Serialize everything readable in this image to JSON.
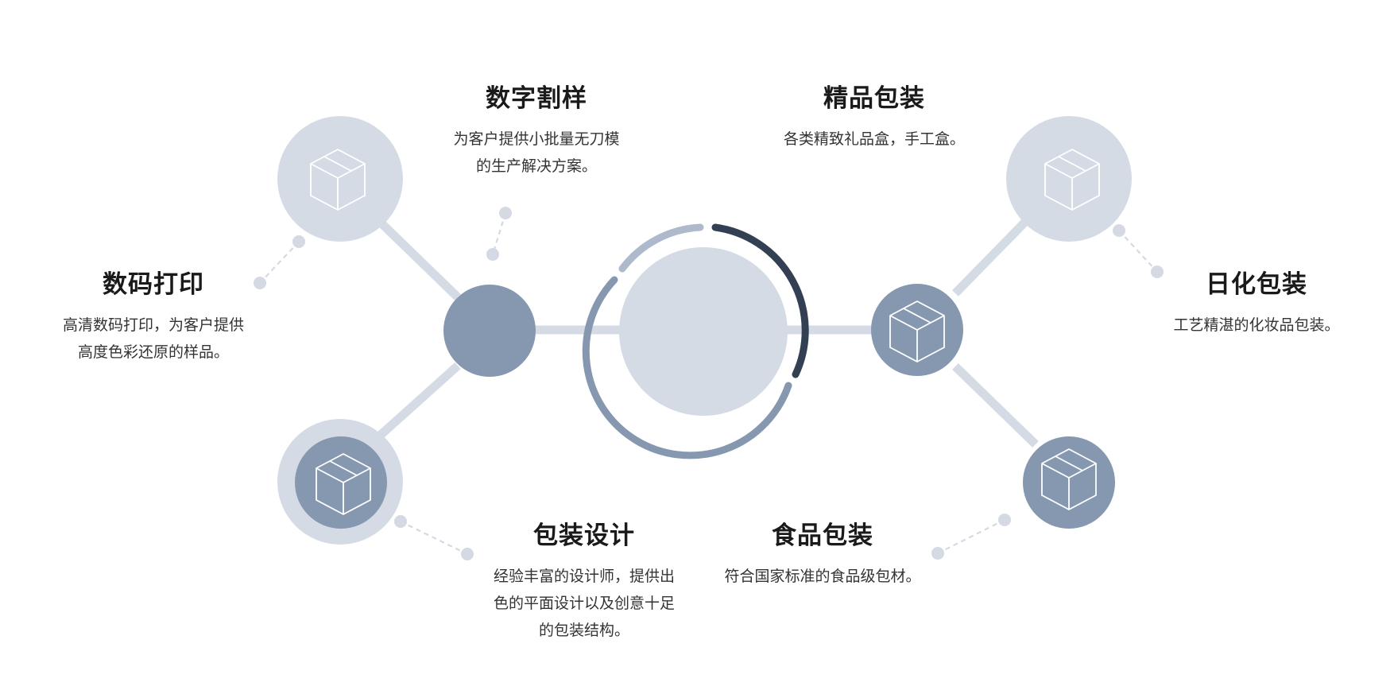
{
  "colors": {
    "light": "#d5dbe5",
    "medium": "#8697b0",
    "arc_light": "#aeb9cb",
    "arc_dark": "#333f52",
    "dots": "#d5d9e3",
    "icon_stroke": "#ffffff"
  },
  "icon_name": "box-icon",
  "nodes": {
    "shuma": {
      "title": "数码打印",
      "desc": [
        "高清数码打印，为客户提供",
        "高度色彩还原的样品。"
      ]
    },
    "shuzi": {
      "title": "数字割样",
      "desc": [
        "为客户提供小批量无刀模",
        "的生产解决方案。"
      ]
    },
    "jingpin": {
      "title": "精品包装",
      "desc": [
        "各类精致礼品盒，手工盒。"
      ]
    },
    "rihua": {
      "title": "日化包装",
      "desc": [
        "工艺精湛的化妆品包装。"
      ]
    },
    "baozhuang": {
      "title": "包装设计",
      "desc": [
        "经验丰富的设计师，提供出",
        "色的平面设计以及创意十足",
        "的包装结构。"
      ]
    },
    "shipin": {
      "title": "食品包装",
      "desc": [
        "符合国家标准的食品级包材。"
      ]
    }
  }
}
